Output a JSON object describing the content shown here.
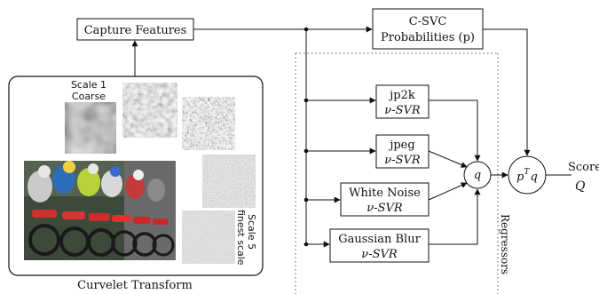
{
  "capture": {
    "label": "Capture Features"
  },
  "csvc": {
    "line1": "C-SVC",
    "line2": "Probabilities (p)"
  },
  "curvelet": {
    "caption": "Curvelet Transform",
    "scale1_line1": "Scale 1",
    "scale1_line2": "Coarse",
    "scale5_line1": "Scale 5",
    "scale5_line2": "finest scale"
  },
  "regressors": {
    "label": "Regressors",
    "items": [
      {
        "name": "jp2k",
        "method": "ν-SVR"
      },
      {
        "name": "jpeg",
        "method": "ν-SVR"
      },
      {
        "name": "White Noise",
        "method": "ν-SVR"
      },
      {
        "name": "Gaussian Blur",
        "method": "ν-SVR"
      }
    ]
  },
  "q_node": {
    "label": "q"
  },
  "ptq_node": {
    "base": "p",
    "sup": "T",
    "tail": "q"
  },
  "score": {
    "line1": "Score",
    "line2": "Q"
  },
  "colors": {
    "line": "#111111",
    "box_fill": "#ffffff",
    "dotted": "#555555"
  }
}
